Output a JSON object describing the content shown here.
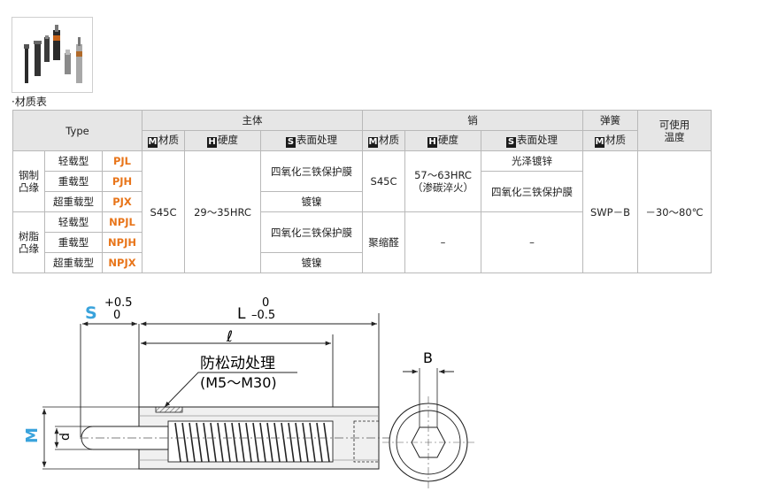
{
  "caption": "·材质表",
  "table": {
    "type_header": "Type",
    "main_body": "主体",
    "pin": "销",
    "spring": "弹簧",
    "temp_header": "可使用\n温度",
    "col_material": "材质",
    "col_hardness": "硬度",
    "col_surface": "表面处理",
    "badge_m": "M",
    "badge_h": "H",
    "badge_s": "S",
    "group_steel": "钢制\n凸缘",
    "group_resin": "树脂\n凸缘",
    "steel_rows": [
      {
        "load": "轻载型",
        "code": "PJL"
      },
      {
        "load": "重载型",
        "code": "PJH"
      },
      {
        "load": "超重载型",
        "code": "PJX"
      }
    ],
    "resin_rows": [
      {
        "load": "轻载型",
        "code": "NPJL"
      },
      {
        "load": "重载型",
        "code": "NPJH"
      },
      {
        "load": "超重载型",
        "code": "NPJX"
      }
    ],
    "body_material": "S45C",
    "body_hardness": "29～35HRC",
    "body_surface_1": "四氧化三铁保护膜",
    "body_surface_2": "镀镍",
    "body_surface_3": "四氧化三铁保护膜",
    "body_surface_4": "镀镍",
    "pin_material_steel": "S45C",
    "pin_hardness_steel": "57～63HRC\n（渗碳淬火）",
    "pin_surface_1": "光泽镀锌",
    "pin_surface_2": "四氧化三铁保护膜",
    "pin_material_resin": "聚缩醛",
    "pin_hardness_resin": "–",
    "pin_surface_resin": "–",
    "spring_material": "SWP－B",
    "temperature": "－30～80℃"
  },
  "drawing": {
    "s_label": "S",
    "s_tol_upper": "+0.5",
    "s_tol_lower": "0",
    "l_label": "L",
    "l_tol_upper": "0",
    "l_tol_lower": "–0.5",
    "ell_label": "ℓ",
    "anti_loose": "防松动处理",
    "anti_loose_range": "(M5～M30)",
    "m_label": "M",
    "d_label": "d",
    "b_label": "B",
    "accent_color": "#3aa3dc"
  }
}
